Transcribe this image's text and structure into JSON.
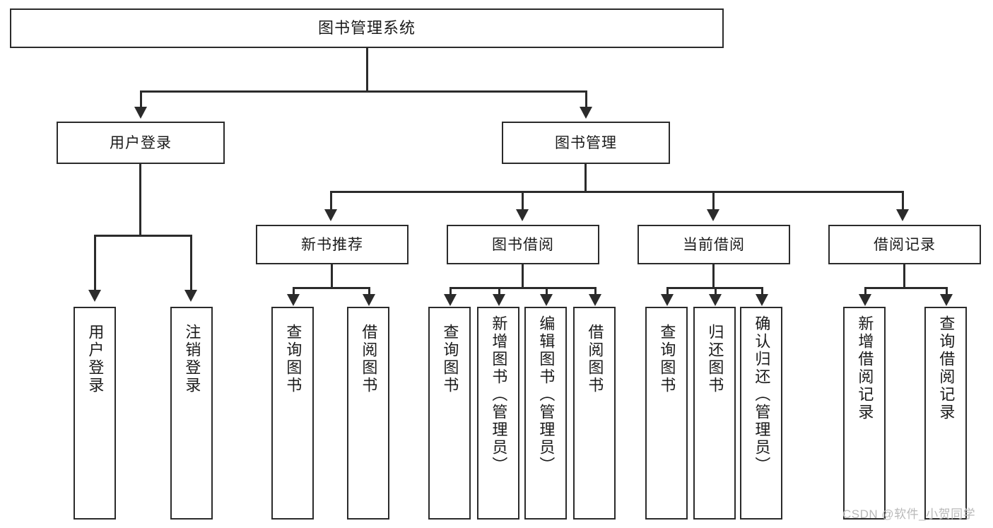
{
  "diagram": {
    "type": "tree-hierarchy",
    "title": "图书管理系统",
    "watermark": "CSDN @软件_小贺同学",
    "colors": {
      "stroke": "#2b2b2b",
      "fill": "#ffffff",
      "text": "#1b1b1b",
      "watermark": "#b9b9b9"
    },
    "nodes": {
      "root": {
        "label": "图书管理系统"
      },
      "level2": [
        {
          "label": "用户登录"
        },
        {
          "label": "图书管理"
        }
      ],
      "level3": [
        {
          "label": "新书推荐"
        },
        {
          "label": "图书借阅"
        },
        {
          "label": "当前借阅"
        },
        {
          "label": "借阅记录"
        }
      ],
      "leaves_user_login": [
        {
          "label": "用户登录"
        },
        {
          "label": "注销登录"
        }
      ],
      "leaves_new_book": [
        {
          "label": "查询图书"
        },
        {
          "label": "借阅图书"
        }
      ],
      "leaves_borrow": [
        {
          "label": "查询图书"
        },
        {
          "label": "新增图书（管理员）"
        },
        {
          "label": "编辑图书（管理员）"
        },
        {
          "label": "借阅图书"
        }
      ],
      "leaves_current": [
        {
          "label": "查询图书"
        },
        {
          "label": "归还图书"
        },
        {
          "label": "确认归还（管理员）"
        }
      ],
      "leaves_records": [
        {
          "label": "新增借阅记录"
        },
        {
          "label": "查询借阅记录"
        }
      ]
    }
  }
}
